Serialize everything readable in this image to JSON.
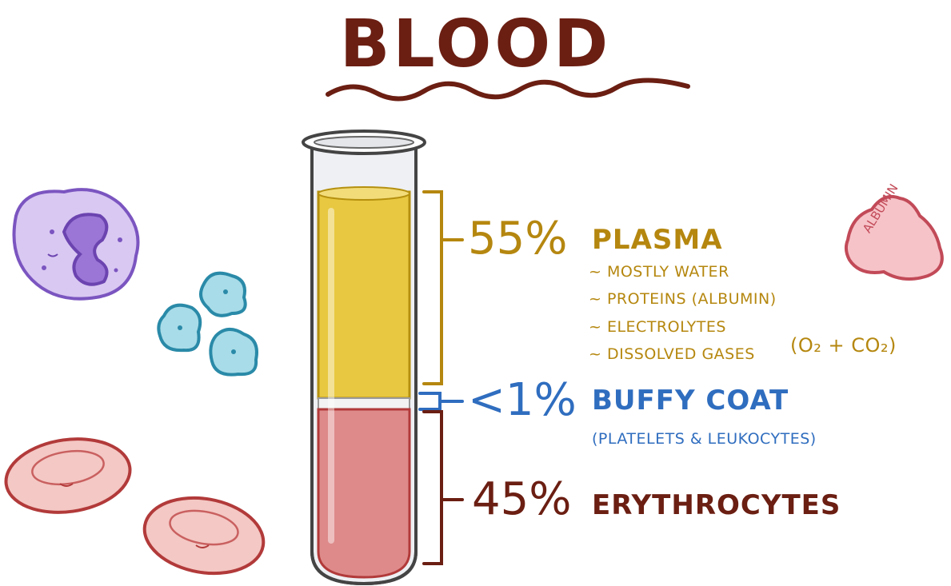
{
  "title": "BLOOD",
  "colors": {
    "title": "#6b1e12",
    "plasma": "#b5870f",
    "buffy_coat": "#2f6dbf",
    "erythrocytes": "#6b1e12",
    "plasma_fill": "#e8c840",
    "rbc_fill": "#de8a8a"
  },
  "plasma": {
    "percent": "55%",
    "label": "PLASMA",
    "items": [
      "~ MOSTLY WATER",
      "~ PROTEINS (ALBUMIN)",
      "~ ELECTROLYTES",
      "~ DISSOLVED GASES"
    ],
    "gases_note": "(O₂ + CO₂)"
  },
  "buffy_coat": {
    "percent": "<1%",
    "label": "BUFFY COAT",
    "sub": "(PLATELETS & LEUKOCYTES)"
  },
  "erythrocytes": {
    "percent": "45%",
    "label": "ERYTHROCYTES"
  },
  "albumin_label": "ALBUMIN",
  "icons": [
    "leukocyte-icon",
    "platelet-icon",
    "red-blood-cell-icon",
    "albumin-protein-icon",
    "test-tube-icon"
  ]
}
